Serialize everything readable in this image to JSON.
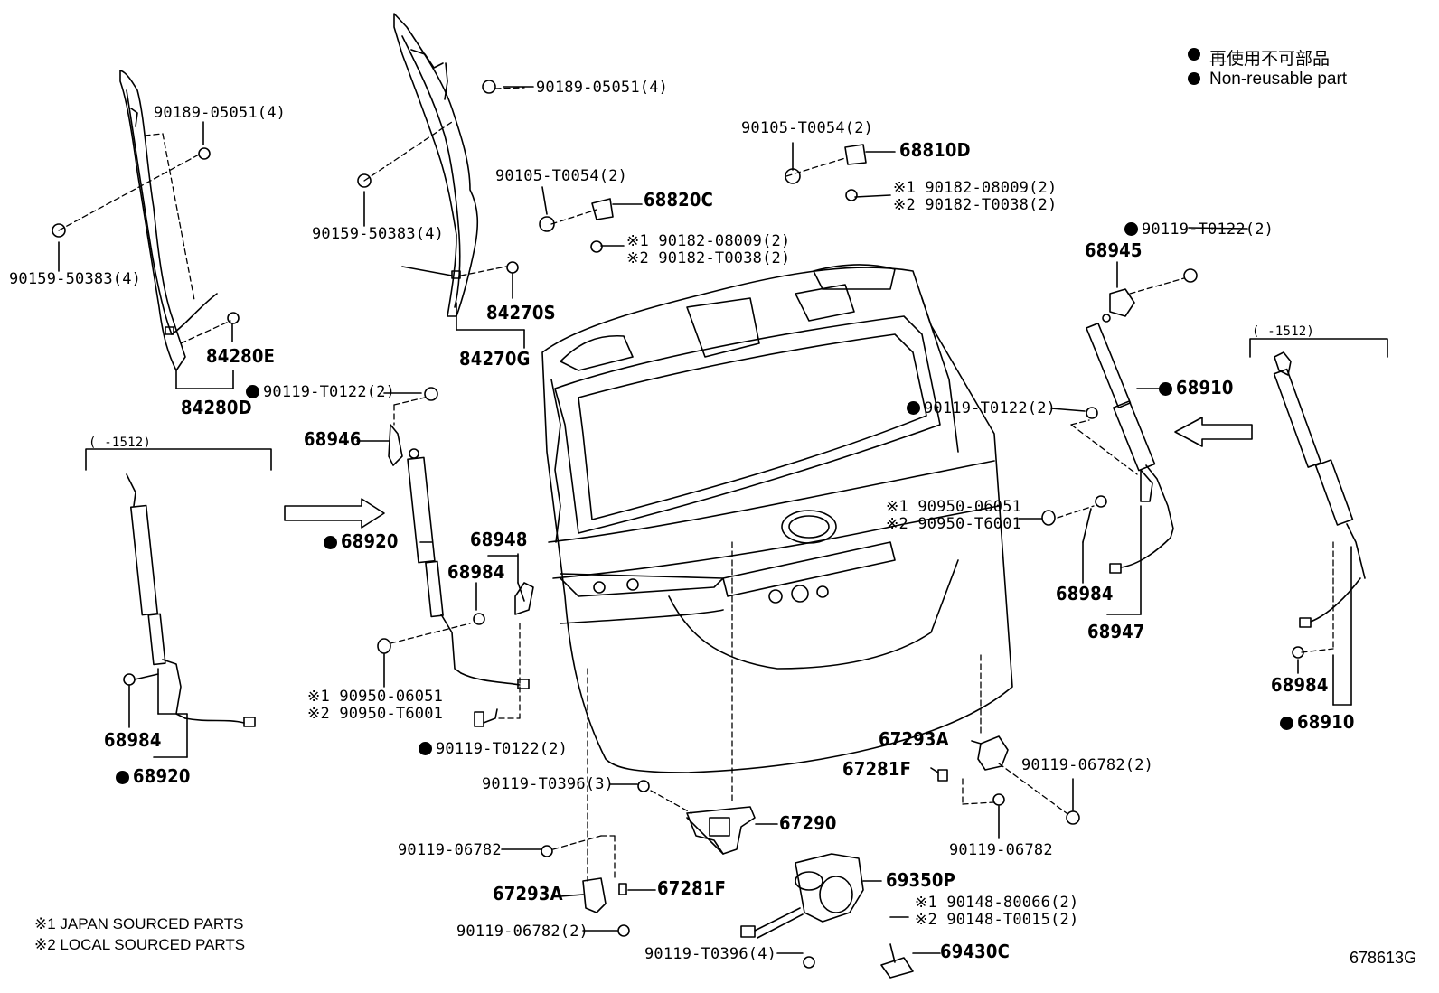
{
  "legend": {
    "jp": "再使用不可部品",
    "en": "Non-reusable part"
  },
  "notes": {
    "japan": "※1 JAPAN SOURCED PARTS",
    "local": "※2 LOCAL SOURCED PARTS"
  },
  "figure_id": "678613G",
  "range_label_left": "(      -1512)",
  "range_label_right": "(      -1512)",
  "labels": {
    "p90189_top_left": "90189-05051(4)",
    "p90159_left": "90159-50383(4)",
    "p90189_top_mid": "90189-05051(4)",
    "p90159_mid": "90159-50383(4)",
    "p84280E": "84280E",
    "p84280D": "84280D",
    "p84270S": "84270S",
    "p84270G": "84270G",
    "p90105_mid": "90105-T0054(2)",
    "p68820C": "68820C",
    "p90182_mid_1": "※1 90182-08009(2)",
    "p90182_mid_2": "※2 90182-T0038(2)",
    "p90105_right": "90105-T0054(2)",
    "p68810D": "68810D",
    "p90182_right_1": "※1 90182-08009(2)",
    "p90182_right_2": "※2 90182-T0038(2)",
    "p90119_left": "90119-T0122(2)",
    "p68946": "68946",
    "p68920_mid": "68920",
    "p68948": "68948",
    "p68984_mid": "68984",
    "p90950_mid_1": "※1 90950-06051",
    "p90950_mid_2": "※2 90950-T6001",
    "p90119_bottom_mid": "90119-T0122(2)",
    "p68984_left": "68984",
    "p68920_left": "68920",
    "p90119_right_top": "90119-T0122(2)",
    "p68945": "68945",
    "p68910_mid": "68910",
    "p90119_right_mid": "90119-T0122(2)",
    "p90950_right_1": "※1 90950-06051",
    "p90950_right_2": "※2 90950-T6001",
    "p68984_right": "68984",
    "p68947": "68947",
    "p68984_far_right": "68984",
    "p68910_far_right": "68910",
    "p67293A_right": "67293A",
    "p67281F_right": "67281F",
    "p90119_06782_r1": "90119-06782(2)",
    "p90119_06782_r2": "90119-06782",
    "p90119_T0396_3": "90119-T0396(3)",
    "p67290": "67290",
    "p90119_06782_l": "90119-06782",
    "p67293A_left": "67293A",
    "p67281F_left": "67281F",
    "p90119_06782_l2": "90119-06782(2)",
    "p69350P": "69350P",
    "p90148_1": "※1 90148-80066(2)",
    "p90148_2": "※2 90148-T0015(2)",
    "p90119_T0396_4": "90119-T0396(4)",
    "p69430C": "69430C"
  }
}
